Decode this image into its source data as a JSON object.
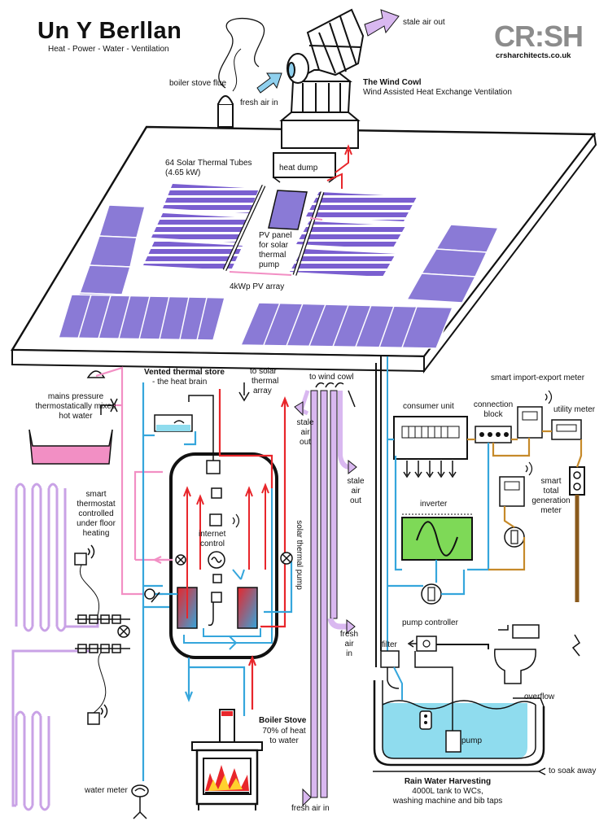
{
  "header": {
    "title": "Un Y Berllan",
    "subtitle": "Heat - Power - Water - Ventilation",
    "logo_text": "CR:SH",
    "logo_url": "crsharchitects.co.uk"
  },
  "labels": {
    "stale_air_out_top": "stale air out",
    "boiler_stove_flue": "boiler stove flue",
    "fresh_air_in_top": "fresh air in",
    "wind_cowl_title": "The Wind Cowl",
    "wind_cowl_desc": "Wind Assisted Heat Exchange Ventilation",
    "solar_tubes_line1": "64 Solar Thermal Tubes",
    "solar_tubes_line2": "(4.65 kW)",
    "heat_dump": "heat dump",
    "pv_panel_lines": [
      "PV panel",
      "for solar",
      "thermal",
      "pump"
    ],
    "pv_array": "4kWp PV array",
    "mains_lines": [
      "mains pressure",
      "thermostatically mixed",
      "hot water"
    ],
    "thermal_store_title": "Vented thermal store",
    "thermal_store_sub": "- the heat brain",
    "to_solar_lines": [
      "to solar",
      "thermal",
      "array"
    ],
    "to_wind_cowl": "to wind cowl",
    "stale_air_lines": [
      "stale",
      "air",
      "out"
    ],
    "fresh_air_mid_lines": [
      "fresh",
      "air",
      "in"
    ],
    "fresh_air_in_bottom": "fresh air in",
    "smart_meter": "smart import-export meter",
    "consumer_unit": "consumer unit",
    "connection_block_lines": [
      "connection",
      "block"
    ],
    "utility_meter": "utility meter",
    "smart_total_lines": [
      "smart",
      "total",
      "generation",
      "meter"
    ],
    "inverter": "inverter",
    "smart_thermostat_lines": [
      "smart",
      "thermostat",
      "controlled",
      "under floor",
      "heating"
    ],
    "internet_control_lines": [
      "internet",
      "control"
    ],
    "solar_thermal_pump": "solar thermal pump",
    "pump_controller": "pump controller",
    "filter": "filter",
    "overflow": "overflow",
    "pump": "pump",
    "boiler_stove_title": "Boiler Stove",
    "boiler_stove_desc_lines": [
      "70% of heat",
      "to water"
    ],
    "rain_title": "Rain Water Harvesting",
    "rain_desc_lines": [
      "4000L tank to WCs,",
      "washing machine and bib taps"
    ],
    "soak_away": "to soak away",
    "water_meter": "water meter"
  },
  "colors": {
    "pv_purple": "#8a7ad6",
    "solar_tube": "#7a5fd0",
    "hot_red": "#e8262b",
    "cold_blue": "#35a6dc",
    "underfloor_lilac": "#c9a2e6",
    "hot_water_pink": "#f28fc4",
    "fresh_air_blue": "#8fd0ee",
    "stale_air_lilac": "#d9b8f0",
    "electric_brown": "#c68a2a",
    "inverter_green": "#7ed957",
    "tank_water": "#8fdcee",
    "logo_grey": "#8c8c8c",
    "earth_brown": "#8a5a1c"
  }
}
